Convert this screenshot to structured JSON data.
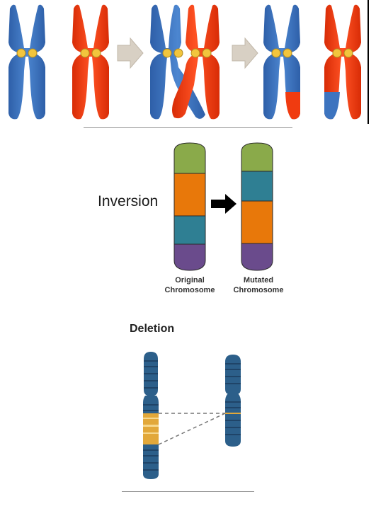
{
  "inversion": {
    "title": "Inversion",
    "original_label": [
      "Original",
      "Chromosome"
    ],
    "mutated_label": [
      "Mutated",
      "Chromosome"
    ],
    "colors": {
      "green": "#8aaa4a",
      "orange": "#e8780a",
      "teal": "#2f7f93",
      "purple": "#6a4b8c"
    }
  },
  "deletion": {
    "title": "Deletion",
    "colors": {
      "chromosome": "#2c5f8a",
      "band_dark": "#1f4468",
      "deleted_region": "#e2a83a"
    }
  },
  "crossover": {
    "colors": {
      "blue": "#3d74bf",
      "red": "#f03b10",
      "centromere": "#f2c53d",
      "arrow": "#d8d0c4"
    }
  }
}
